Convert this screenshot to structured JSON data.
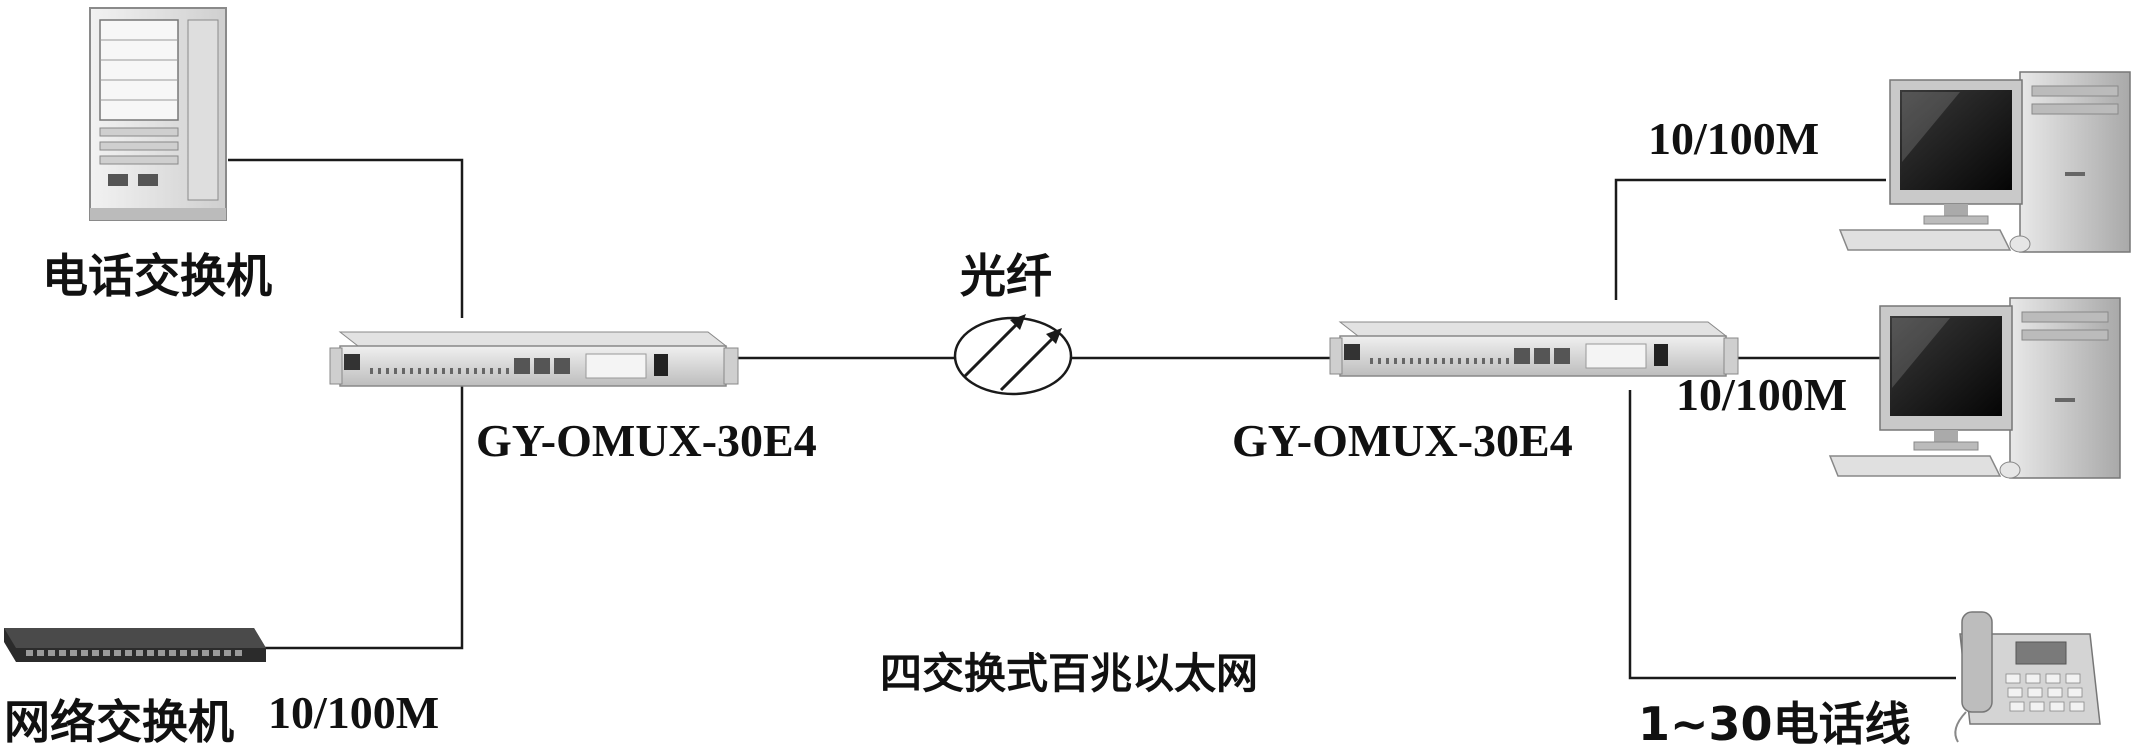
{
  "labels": {
    "phone_switch": "电话交换机",
    "network_switch": "网络交换机",
    "network_switch_speed": "10/100M",
    "device_left": "GY-OMUX-30E4",
    "device_right": "GY-OMUX-30E4",
    "fiber": "光纤",
    "pc_top_speed": "10/100M",
    "pc_bottom_speed": "10/100M",
    "phone_lines": "1~30电话线",
    "caption": "四交换式百兆以太网"
  },
  "colors": {
    "line": "#1a1a1a",
    "device_body": "#d9d9d9",
    "cabinet": "#e6e6e6",
    "monitor_screen": "#0d0d0d",
    "switch_body": "#2b2b2b"
  },
  "icons": {
    "phone_exchange": "server-cabinet-icon",
    "network_switch": "ethernet-switch-icon",
    "optical_mux": "rack-mux-device-icon",
    "fiber": "fiber-link-icon",
    "pc": "desktop-pc-icon",
    "telephone": "telephone-icon"
  }
}
